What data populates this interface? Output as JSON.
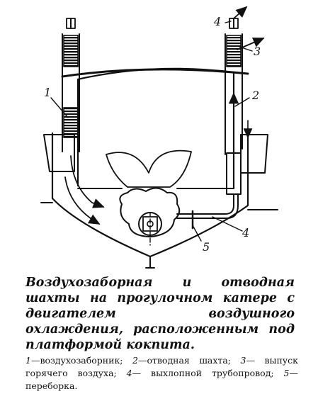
{
  "diagram": {
    "labels": {
      "l1": "1",
      "l2": "2",
      "l3": "3",
      "l4_top": "4",
      "l4_bottom": "4",
      "l5": "5"
    }
  },
  "caption": "Воздухозаборная и отводная шахты на прогулочном катере с двигателем воздушного охлаждения, расположенным под платформой кокпита.",
  "legend": {
    "items": [
      {
        "num": "1",
        "text": "—воздухозаборник; "
      },
      {
        "num": "2",
        "text": "—отводная шахта; "
      },
      {
        "num": "3",
        "text": "— выпуск горячего воздуха; "
      },
      {
        "num": "4",
        "text": "— выхлопной трубопровод; "
      },
      {
        "num": "5",
        "text": "—переборка."
      }
    ]
  },
  "colors": {
    "ink": "#111111",
    "paper": "#ffffff"
  }
}
